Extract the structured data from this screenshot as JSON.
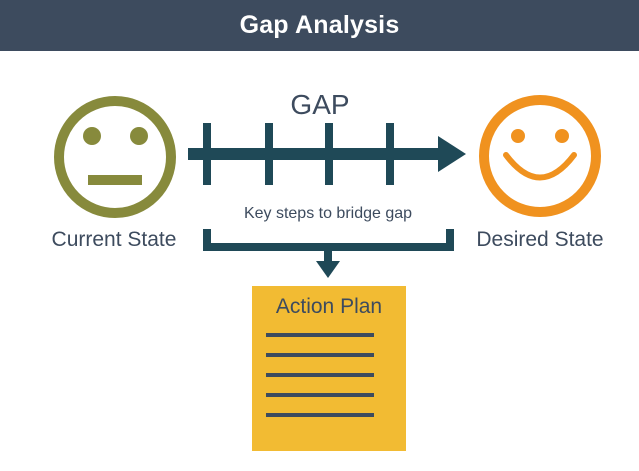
{
  "header": {
    "title": "Gap Analysis"
  },
  "diagram": {
    "gap_label": "GAP",
    "steps_label": "Key steps to bridge gap",
    "current_state_label": "Current State",
    "desired_state_label": "Desired State",
    "action_plan_label": "Action Plan",
    "current_state_icon": "neutral-face-icon",
    "desired_state_icon": "smiling-face-icon",
    "action_plan_icon": "document-lines-icon"
  },
  "colors": {
    "header_bg": "#3d4b5e",
    "neutral_face": "#878a3c",
    "smiling_face": "#f0921f",
    "arrow": "#1f4957",
    "text": "#3d4b5e",
    "action_plan_bg": "#f2bb33",
    "action_plan_lines": "#3d4b5e"
  }
}
